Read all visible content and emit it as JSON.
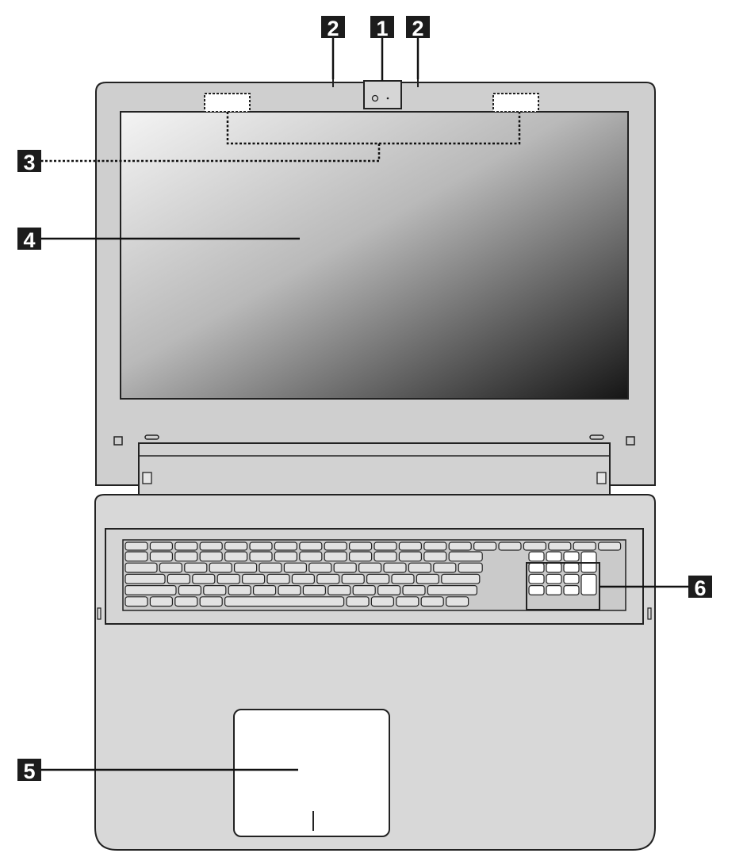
{
  "callouts": [
    {
      "id": "c1",
      "label": "1"
    },
    {
      "id": "c2a",
      "label": "2"
    },
    {
      "id": "c2b",
      "label": "2"
    },
    {
      "id": "c3",
      "label": "3"
    },
    {
      "id": "c4",
      "label": "4"
    },
    {
      "id": "c5",
      "label": "5"
    },
    {
      "id": "c6",
      "label": "6"
    }
  ],
  "colors": {
    "outline": "#222222",
    "body": "#d8d8d8",
    "bezel": "#cfcfcf",
    "callout_bg": "#1c1c1c",
    "screen_light": "#f2f2f2",
    "screen_dark": "#151515",
    "key_fill": "#dddddd",
    "numpad_fill": "#ffffff"
  }
}
